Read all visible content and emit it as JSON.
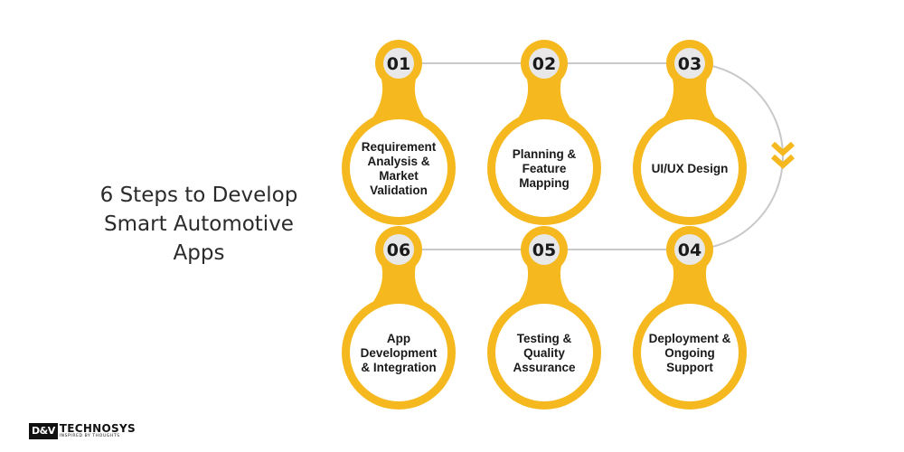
{
  "title_lines": [
    "6 Steps to Develop",
    "Smart Automotive",
    "Apps"
  ],
  "colors": {
    "accent": "#F5B91F",
    "inner_circle": "#ffffff",
    "number_badge": "#E8E8E8",
    "connector": "#C9C9C9",
    "text": "#1a1a1a"
  },
  "steps": [
    {
      "number": "01",
      "lines": [
        "Requirement",
        "Analysis &",
        "Market",
        "Validation"
      ]
    },
    {
      "number": "02",
      "lines": [
        "Planning &",
        "Feature",
        "Mapping"
      ]
    },
    {
      "number": "03",
      "lines": [
        "UI/UX Design"
      ]
    },
    {
      "number": "04",
      "lines": [
        "Deployment &",
        "Ongoing",
        "Support"
      ]
    },
    {
      "number": "05",
      "lines": [
        "Testing &",
        "Quality",
        "Assurance"
      ]
    },
    {
      "number": "06",
      "lines": [
        "App",
        "Development",
        "& Integration"
      ]
    }
  ],
  "arrow_icon": "double-chevron-down-icon",
  "logo": {
    "box_text": "D&V",
    "main_text": "TECHNOSYS",
    "tagline": "INSPIRED BY THOUGHTS"
  }
}
